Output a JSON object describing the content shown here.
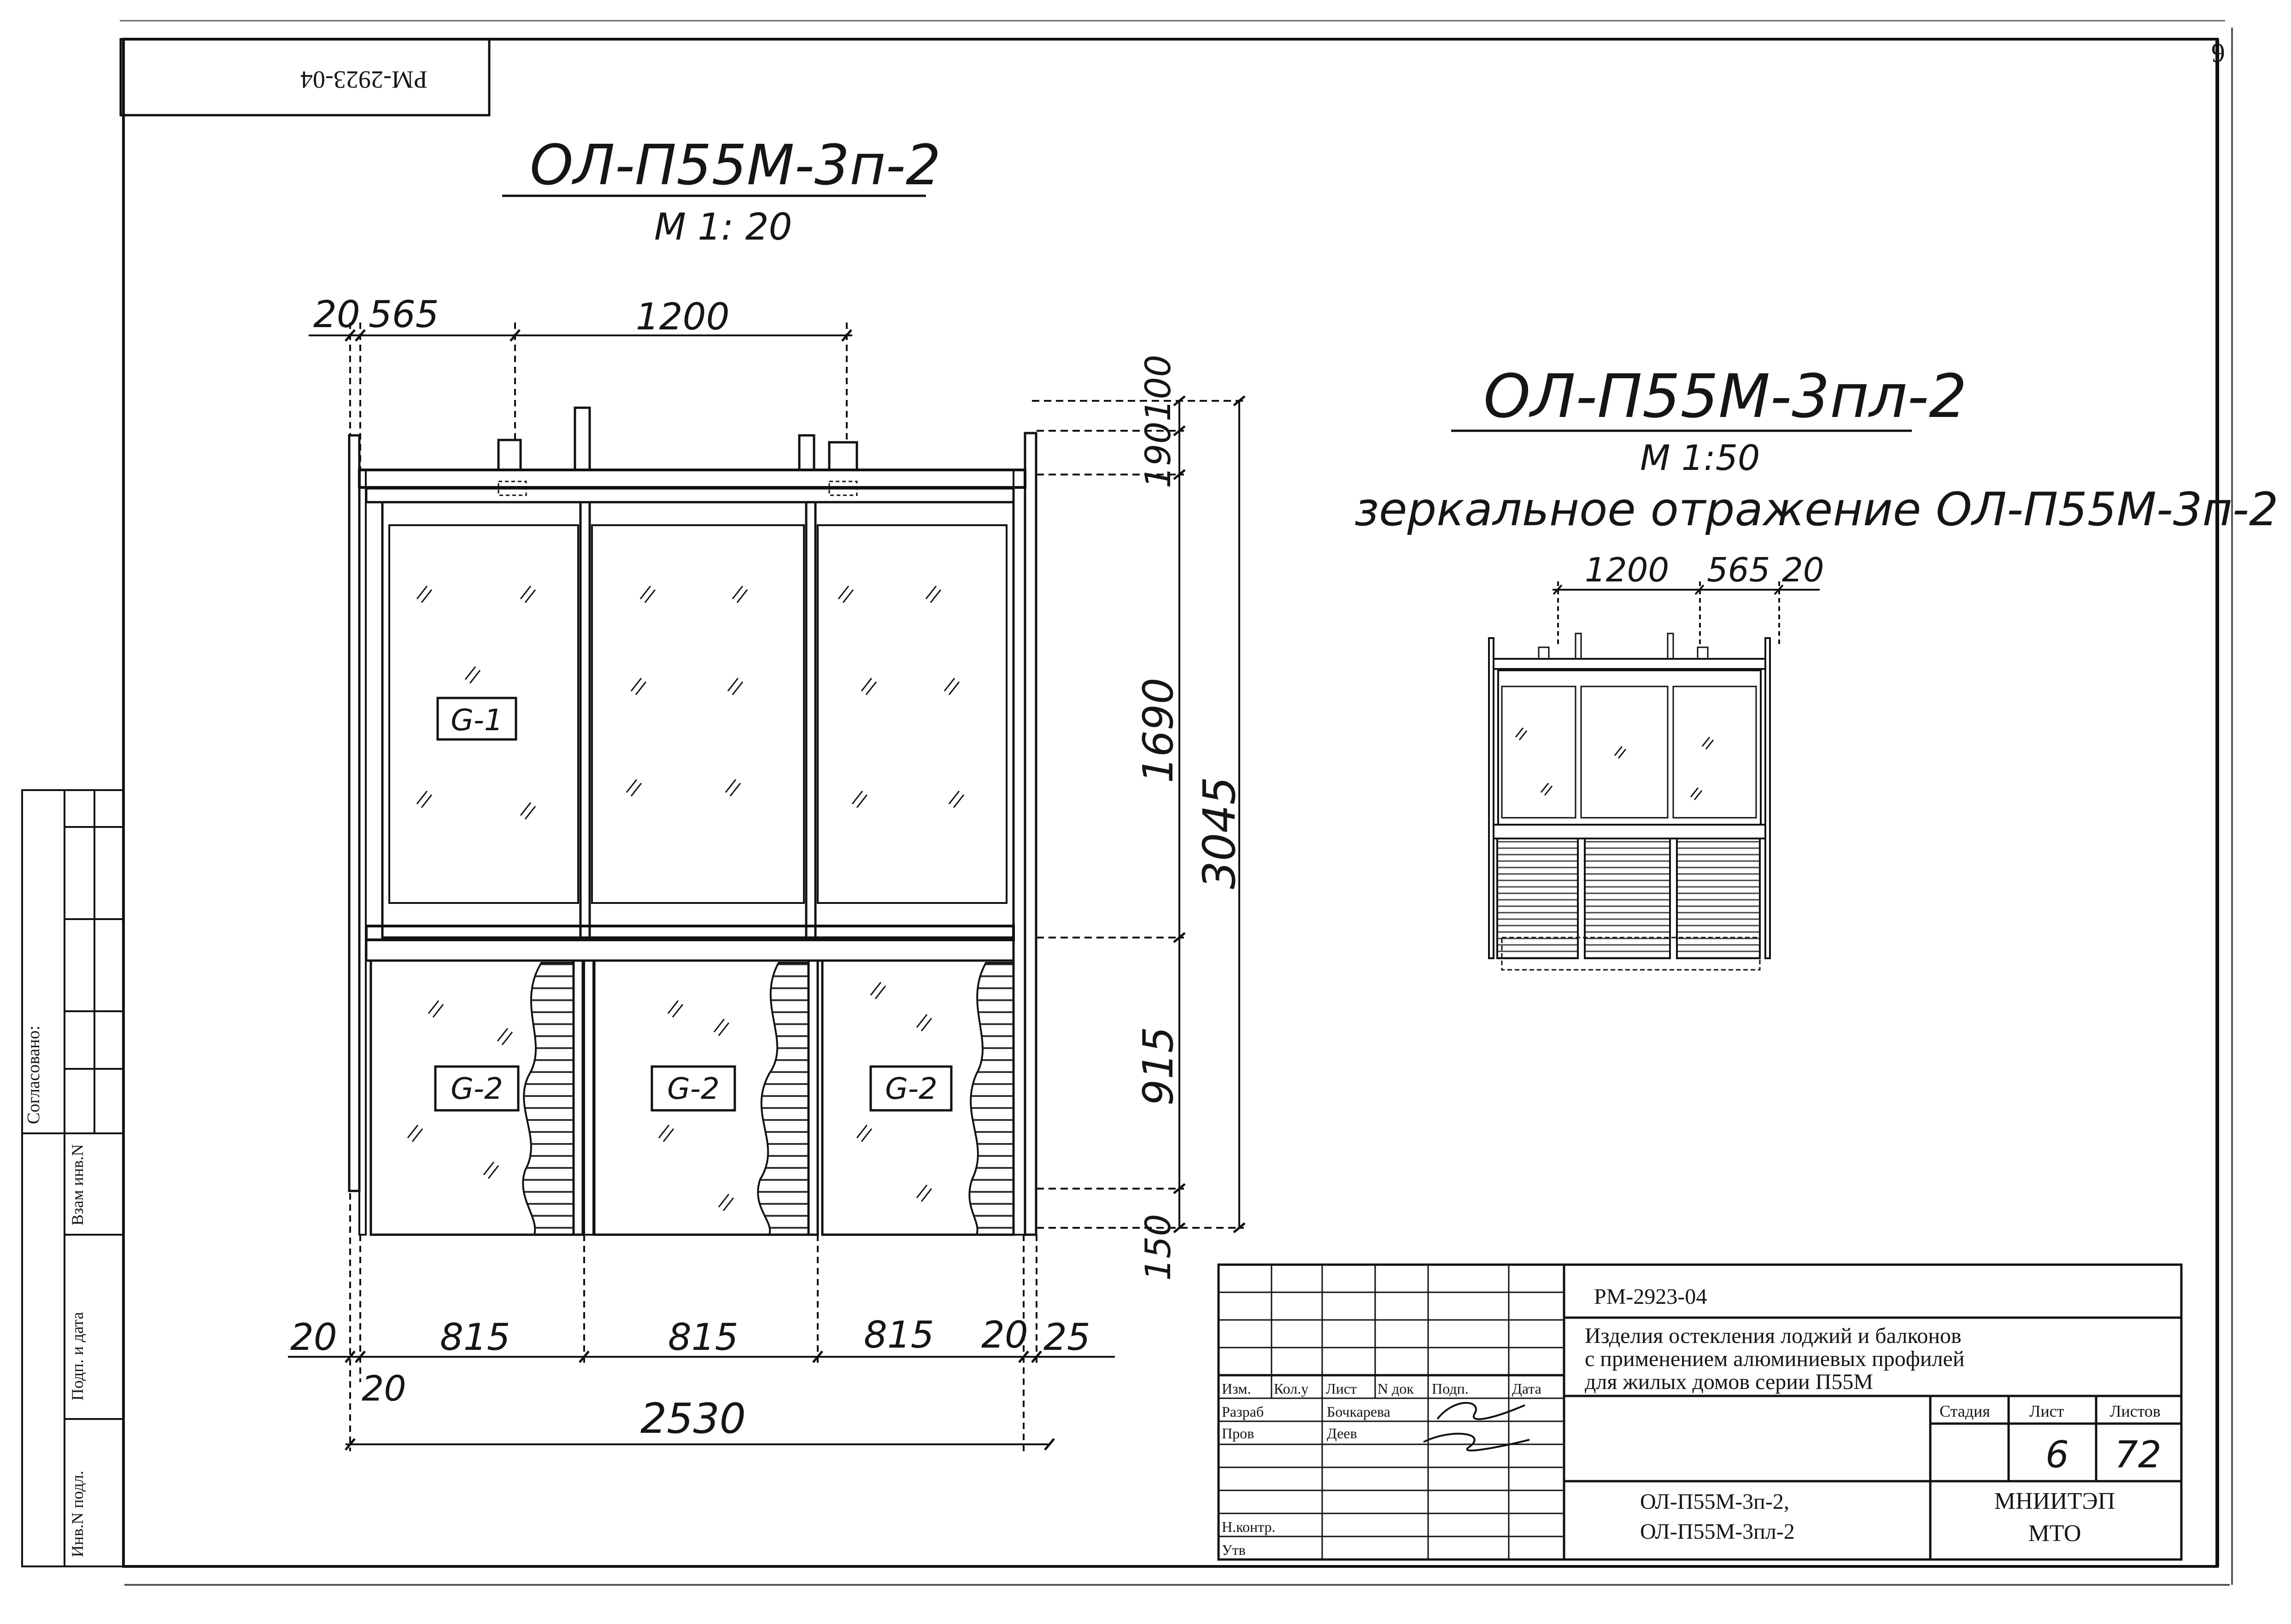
{
  "sheet_corner_number": "6",
  "top_stamp": "РМ-2923-04",
  "left_view": {
    "title": "ОЛ-П55М-3п-2",
    "scale": "М 1: 20",
    "dims_top": [
      "20",
      "565",
      "1200"
    ],
    "dims_right": [
      "100",
      "190",
      "1690",
      "915",
      "150"
    ],
    "dim_overall_height": "3045",
    "dims_bottom": [
      "20",
      "815",
      "815",
      "815",
      "20",
      "25"
    ],
    "dim_bottom_small": "20",
    "dim_overall_width": "2530",
    "labels": [
      "G-1",
      "G-2",
      "G-2",
      "G-2"
    ]
  },
  "right_view": {
    "title": "ОЛ-П55М-3пл-2",
    "scale": "М 1:50",
    "subtitle": "зеркальное отражение ОЛ-П55М-3п-2",
    "dims_top": [
      "1200",
      "565",
      "20"
    ]
  },
  "side_strip": {
    "agreed": "Согласовано:",
    "replace_inv": "Взам инв.N",
    "sign_date": "Подп. и дата",
    "inv_orig": "Инв.N подл."
  },
  "title_block": {
    "code": "РМ-2923-04",
    "desc_lines": [
      "Изделия остекления лоджий и балконов",
      "с применением алюминиевых профилей",
      "для жилых домов серии П55М"
    ],
    "headers": [
      "Изм.",
      "Кол.у",
      "Лист",
      "N док",
      "Подп.",
      "Дата"
    ],
    "roles": [
      "Разраб",
      "Пров",
      "Н.контр.",
      "Утв"
    ],
    "names": [
      "Бочкарева",
      "Деев"
    ],
    "stage_label": "Стадия",
    "sheet_label": "Лист",
    "sheets_label": "Листов",
    "sheet": "6",
    "sheets": "72",
    "products": [
      "ОЛ-П55М-3п-2,",
      "ОЛ-П55М-3пл-2"
    ],
    "org": [
      "МНИИТЭП",
      "МТО"
    ]
  }
}
